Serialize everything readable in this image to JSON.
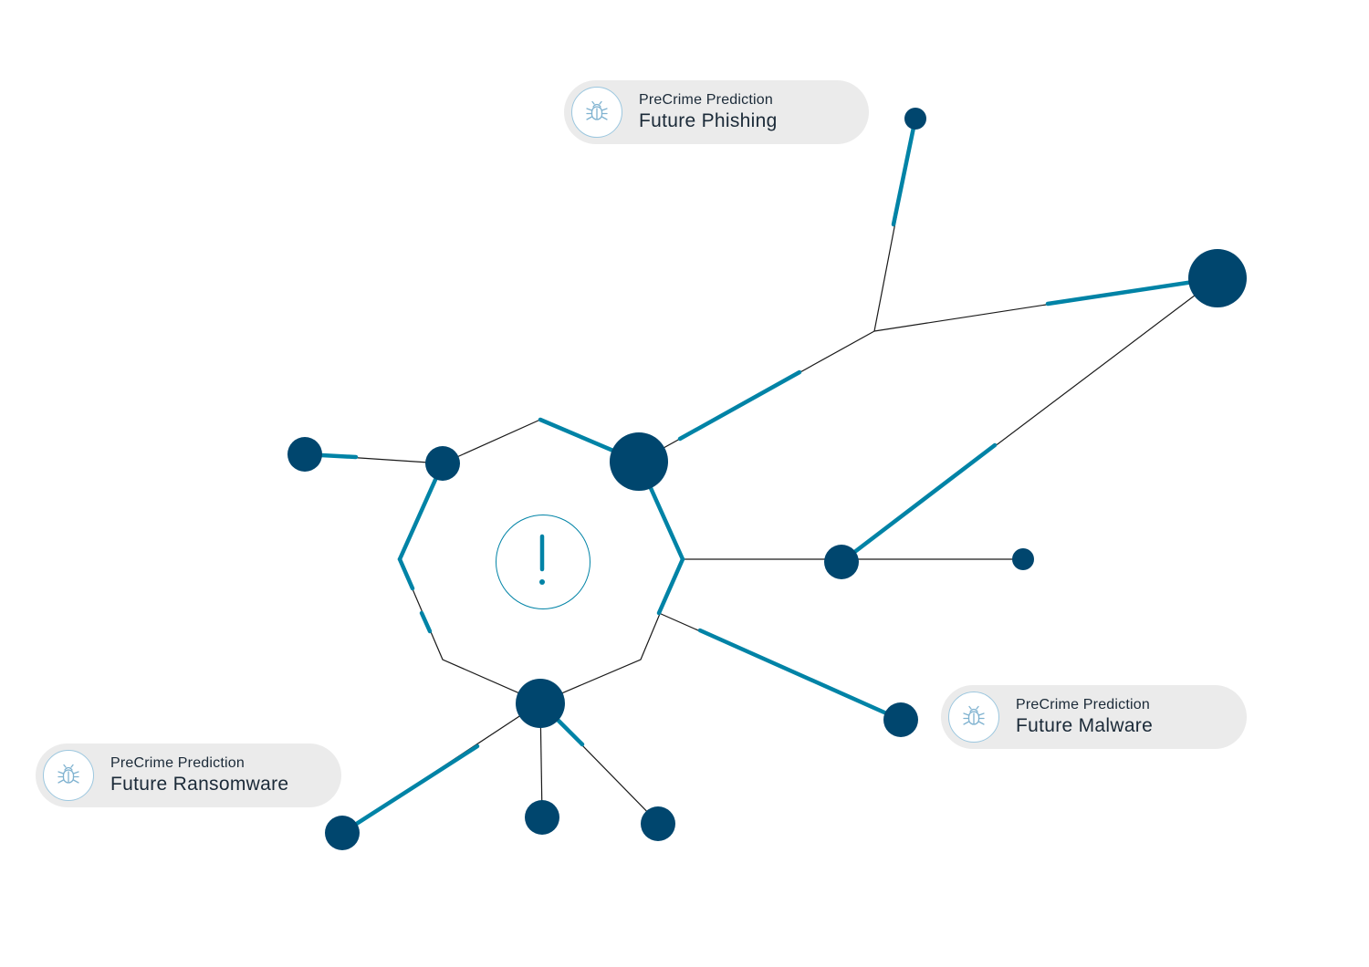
{
  "predictions": [
    {
      "id": "phishing",
      "subtitle": "PreCrime Prediction",
      "title": "Future Phishing",
      "icon": "bug-icon"
    },
    {
      "id": "malware",
      "subtitle": "PreCrime Prediction",
      "title": "Future Malware",
      "icon": "bug-icon"
    },
    {
      "id": "ransomware",
      "subtitle": "PreCrime Prediction",
      "title": "Future Ransomware",
      "icon": "bug-icon"
    }
  ],
  "center_icon": "alert-icon",
  "colors": {
    "node": "#00466e",
    "highlight_edge": "#0083a6",
    "thin_edge": "#1a1a1a",
    "pill_background": "#ebebeb",
    "icon_stroke": "#7fb2d0",
    "alert": "#0083a6"
  }
}
